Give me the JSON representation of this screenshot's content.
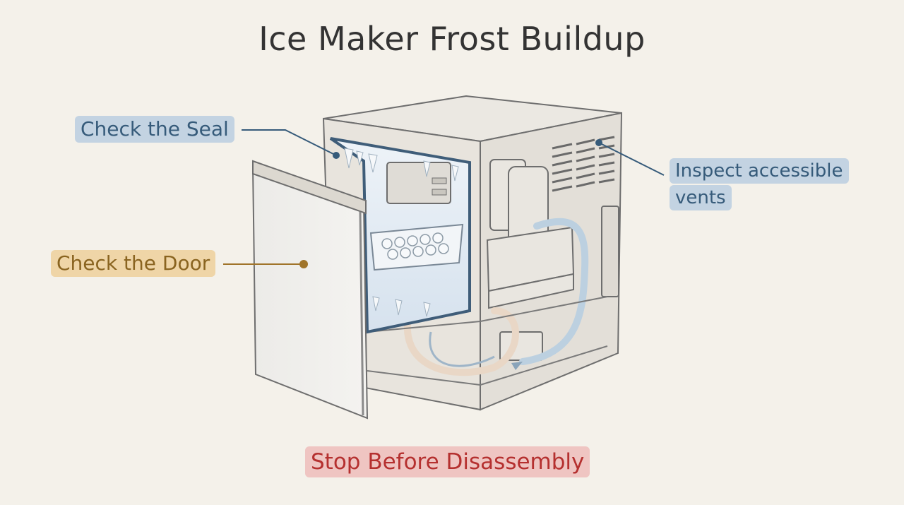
{
  "title": "Ice Maker Frost Buildup",
  "callouts": {
    "seal": "Check the Seal",
    "door": "Check the Door",
    "vents_line1": "Inspect accessible",
    "vents_line2": "vents",
    "stop": "Stop Before Disassembly"
  },
  "colors": {
    "background": "#f4f1ea",
    "seal_blue": "#365b7a",
    "seal_bg": "#c3d3e2",
    "door_gold": "#8a6420",
    "door_bg": "#efd5a7",
    "stop_red": "#b5302f",
    "stop_bg": "#efc5c2",
    "sketch_line": "#7a7a7a"
  },
  "illustration": {
    "subject": "ice-maker-cabinet",
    "door_state": "open"
  }
}
